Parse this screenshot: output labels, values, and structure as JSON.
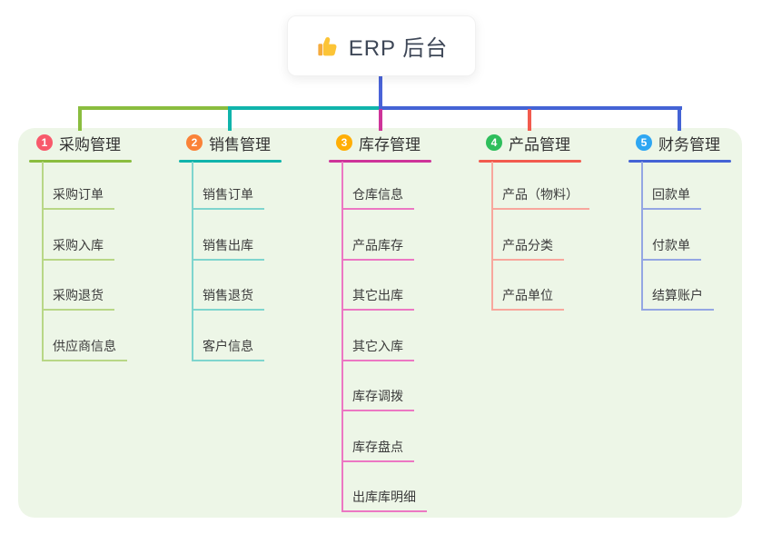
{
  "canvas": {
    "background": "#ffffff",
    "panel_color": "#edf6e7",
    "branch_text_color": "#323232",
    "child_text_color": "#3b3b3b"
  },
  "root": {
    "label": "ERP 后台",
    "icon": "thumbs-up-icon",
    "line_color": "#4a63d8",
    "text_color": "#3e4757"
  },
  "branches": [
    {
      "badge": "1",
      "badge_color": "#f8596b",
      "label": "采购管理",
      "line_color": "#8abd3f",
      "child_line_color": "#b8d786",
      "children": [
        "采购订单",
        "采购入库",
        "采购退货",
        "供应商信息"
      ]
    },
    {
      "badge": "2",
      "badge_color": "#fa8238",
      "label": "销售管理",
      "line_color": "#10b4ab",
      "child_line_color": "#7fd5ce",
      "children": [
        "销售订单",
        "销售出库",
        "销售退货",
        "客户信息"
      ]
    },
    {
      "badge": "3",
      "badge_color": "#ffae05",
      "label": "库存管理",
      "line_color": "#ce3499",
      "child_line_color": "#ec77c3",
      "children": [
        "仓库信息",
        "产品库存",
        "其它出库",
        "其它入库",
        "库存调拨",
        "库存盘点",
        "出库库明细"
      ]
    },
    {
      "badge": "4",
      "badge_color": "#2ebe5c",
      "label": "产品管理",
      "line_color": "#f25b4e",
      "child_line_color": "#f8a79d",
      "children": [
        "产品（物料）",
        "产品分类",
        "产品单位"
      ]
    },
    {
      "badge": "5",
      "badge_color": "#2ea6f2",
      "label": "财务管理",
      "line_color": "#4463d5",
      "child_line_color": "#94a6e3",
      "children": [
        "回款单",
        "付款单",
        "结算账户"
      ]
    }
  ]
}
